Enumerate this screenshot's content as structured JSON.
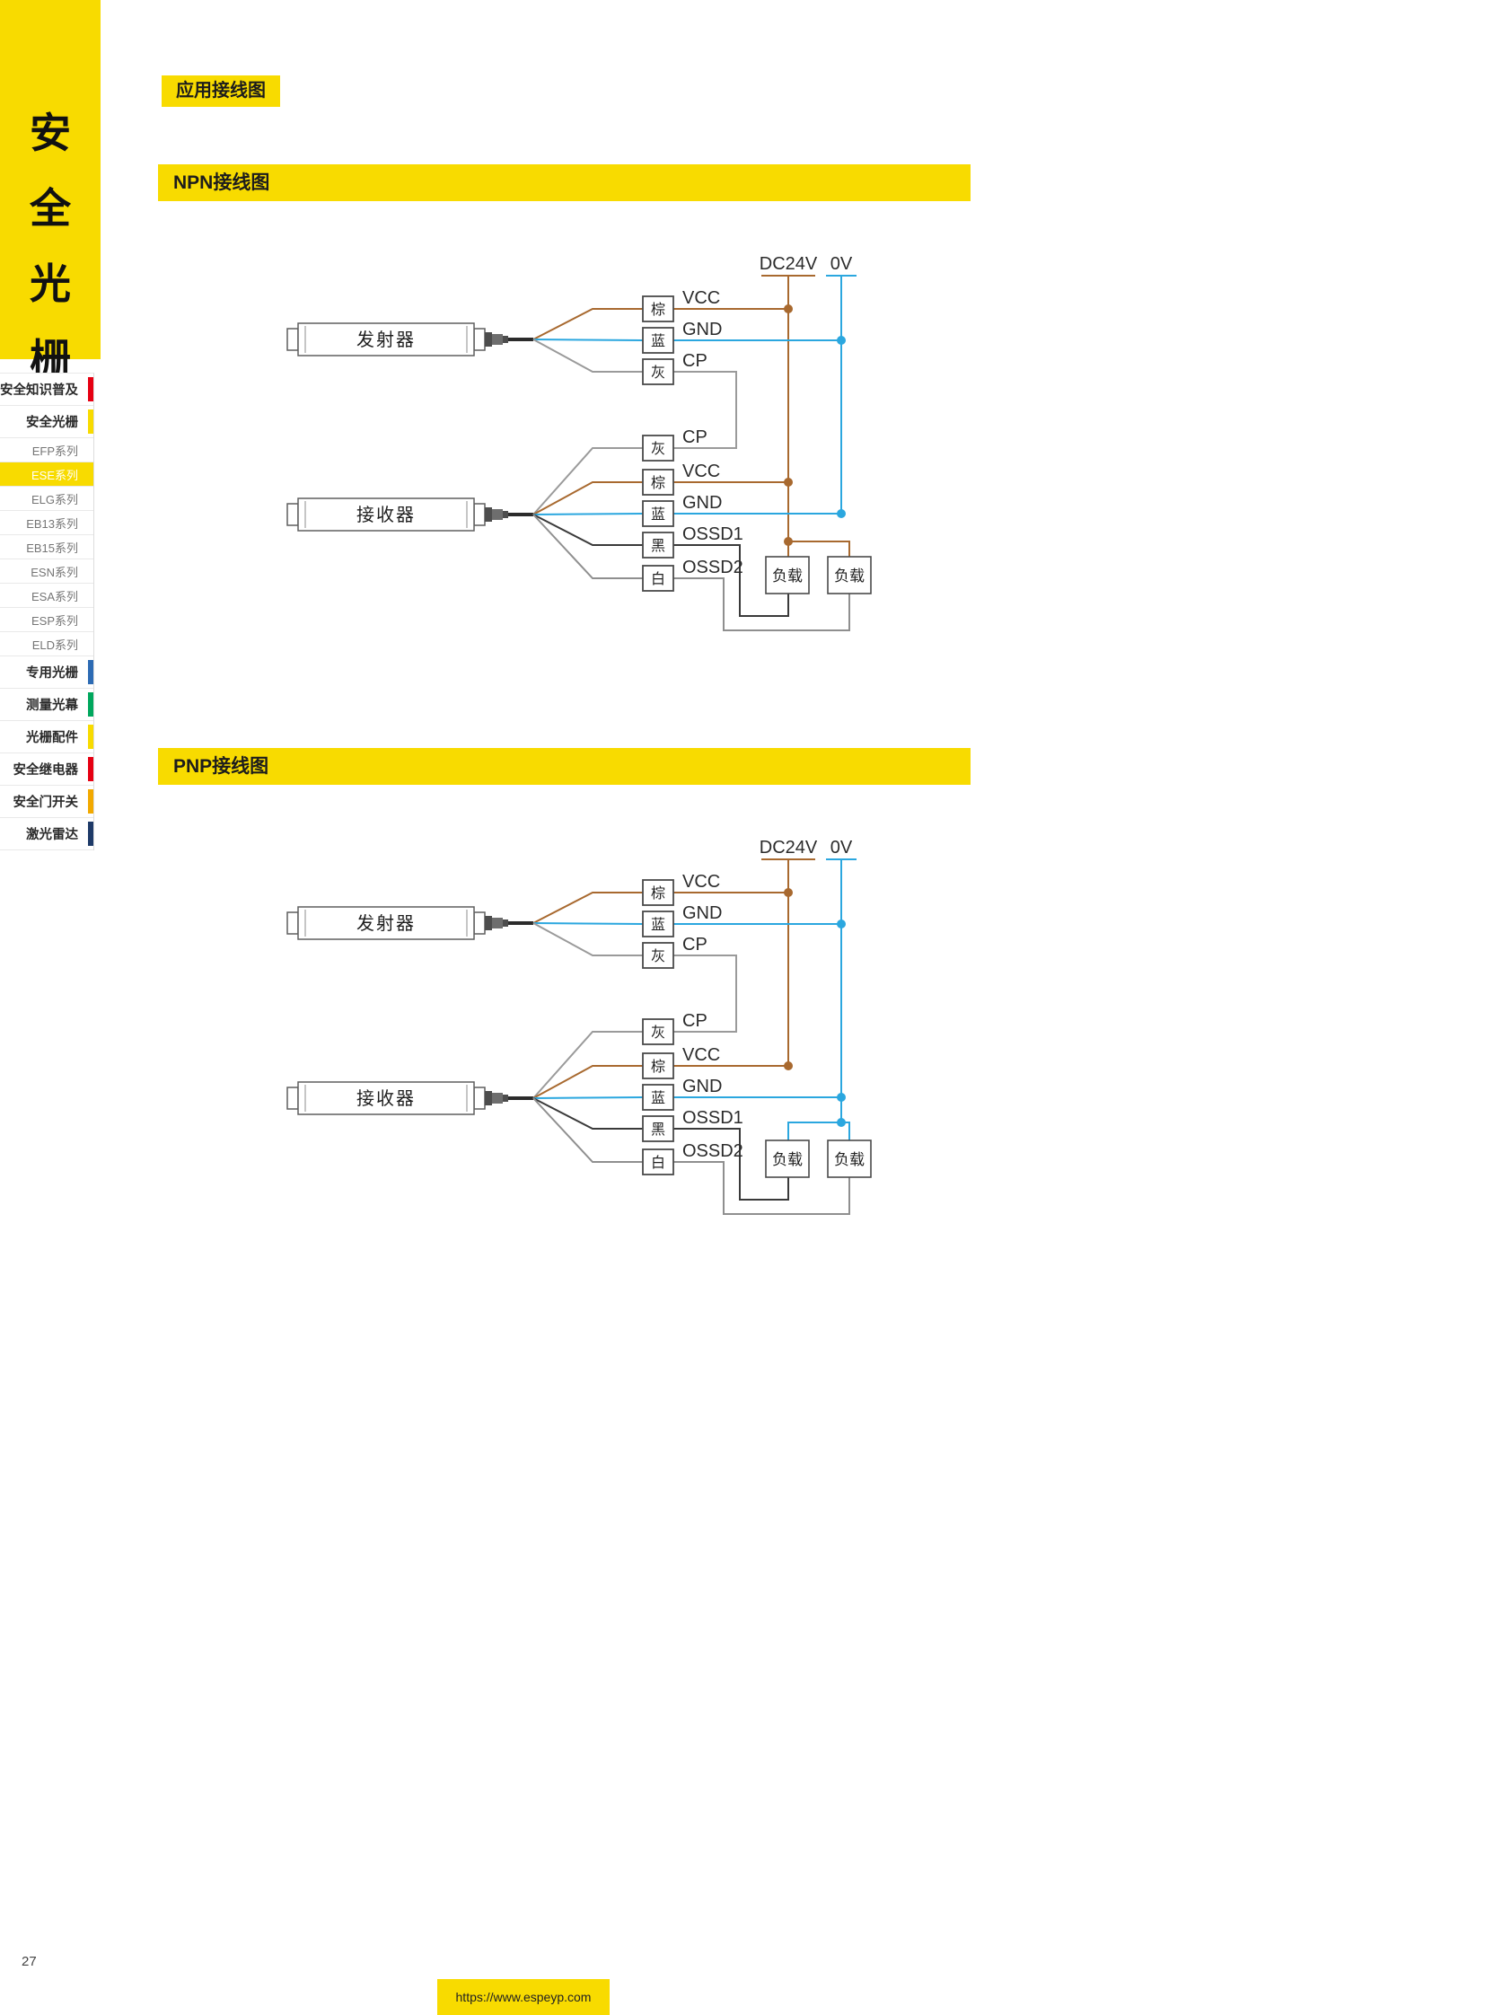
{
  "banner": {
    "chars": [
      "安",
      "全",
      "光",
      "栅"
    ]
  },
  "sidebar": {
    "items": [
      {
        "label": "安全知识普及",
        "accent": "#E60012"
      },
      {
        "label": "安全光栅",
        "accent": "#F8DB00"
      },
      {
        "label": "EFP系列"
      },
      {
        "label": "ESE系列",
        "active": true
      },
      {
        "label": "ELG系列"
      },
      {
        "label": "EB13系列"
      },
      {
        "label": "EB15系列"
      },
      {
        "label": "ESN系列"
      },
      {
        "label": "ESA系列"
      },
      {
        "label": "ESP系列"
      },
      {
        "label": "ELD系列"
      },
      {
        "label": "专用光栅",
        "accent": "#2D6BB4"
      },
      {
        "label": "测量光幕",
        "accent": "#00A75D"
      },
      {
        "label": "光栅配件",
        "accent": "#F8DB00"
      },
      {
        "label": "安全继电器",
        "accent": "#E60012"
      },
      {
        "label": "安全门开关",
        "accent": "#F2A900"
      },
      {
        "label": "激光雷达",
        "accent": "#1E3A68"
      }
    ]
  },
  "content": {
    "page_tag": "应用接线图",
    "npn_title": "NPN接线图",
    "pnp_title": "PNP接线图"
  },
  "diagram": {
    "power": {
      "v24": "DC24V",
      "v0": "0V"
    },
    "emitter_label": "发射器",
    "receiver_label": "接收器",
    "load_label": "负载",
    "emitter_wires": {
      "brown": {
        "name": "棕",
        "signal": "VCC"
      },
      "blue": {
        "name": "蓝",
        "signal": "GND"
      },
      "gray": {
        "name": "灰",
        "signal": "CP"
      }
    },
    "receiver_wires": {
      "gray": {
        "name": "灰",
        "signal": "CP"
      },
      "brown": {
        "name": "棕",
        "signal": "VCC"
      },
      "blue": {
        "name": "蓝",
        "signal": "GND"
      },
      "black": {
        "name": "黑",
        "signal": "OSSD1"
      },
      "white": {
        "name": "白",
        "signal": "OSSD2"
      }
    }
  },
  "colors": {
    "yellow": "#F8DB00",
    "brown": "#A8692F",
    "blue": "#2BA7DF",
    "gray": "#9A9A9A",
    "black": "#3A3A3A",
    "white": "#8F8F8F"
  },
  "footer": {
    "page_number": "27",
    "url": "https://www.espeyp.com"
  }
}
